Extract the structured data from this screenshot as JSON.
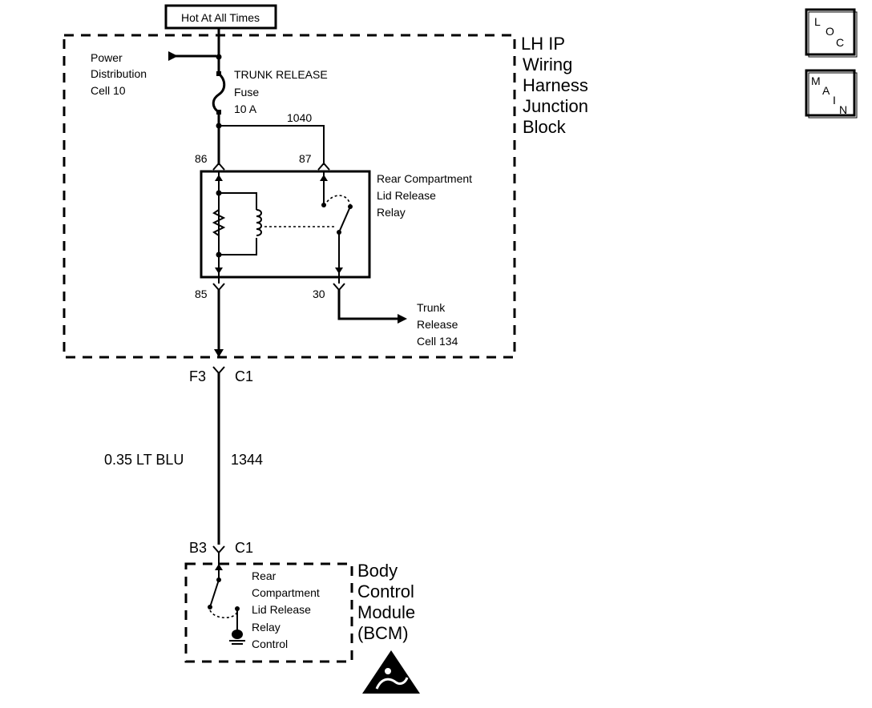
{
  "power_source": {
    "label": "Hot At All Times"
  },
  "junction_block": {
    "name": [
      "LH IP",
      "Wiring",
      "Harness",
      "Junction",
      "Block"
    ]
  },
  "power_distribution": {
    "lines": [
      "Power",
      "Distribution",
      "Cell 10"
    ]
  },
  "fuse": {
    "lines": [
      "TRUNK RELEASE",
      "Fuse",
      "10 A"
    ]
  },
  "circuit_1040": "1040",
  "relay": {
    "name": [
      "Rear Compartment",
      "Lid Release",
      "Relay"
    ],
    "pins": {
      "p86": "86",
      "p87": "87",
      "p85": "85",
      "p30": "30"
    }
  },
  "trunk_release_ref": {
    "lines": [
      "Trunk",
      "Release",
      "Cell 134"
    ]
  },
  "connector_top": {
    "pin": "F3",
    "conn": "C1"
  },
  "wire": {
    "size_color": "0.35 LT BLU",
    "circuit": "1344"
  },
  "connector_bottom": {
    "pin": "B3",
    "conn": "C1"
  },
  "bcm_switch": {
    "lines": [
      "Rear",
      "Compartment",
      "Lid Release",
      "Relay",
      "Control"
    ]
  },
  "bcm": {
    "name": [
      "Body",
      "Control",
      "Module",
      "(BCM)"
    ]
  },
  "nav": {
    "loc": {
      "l1": "L",
      "l2": "O",
      "l3": "C"
    },
    "main": {
      "l1": "M",
      "l2": "A",
      "l3": "I",
      "l4": "N"
    }
  }
}
